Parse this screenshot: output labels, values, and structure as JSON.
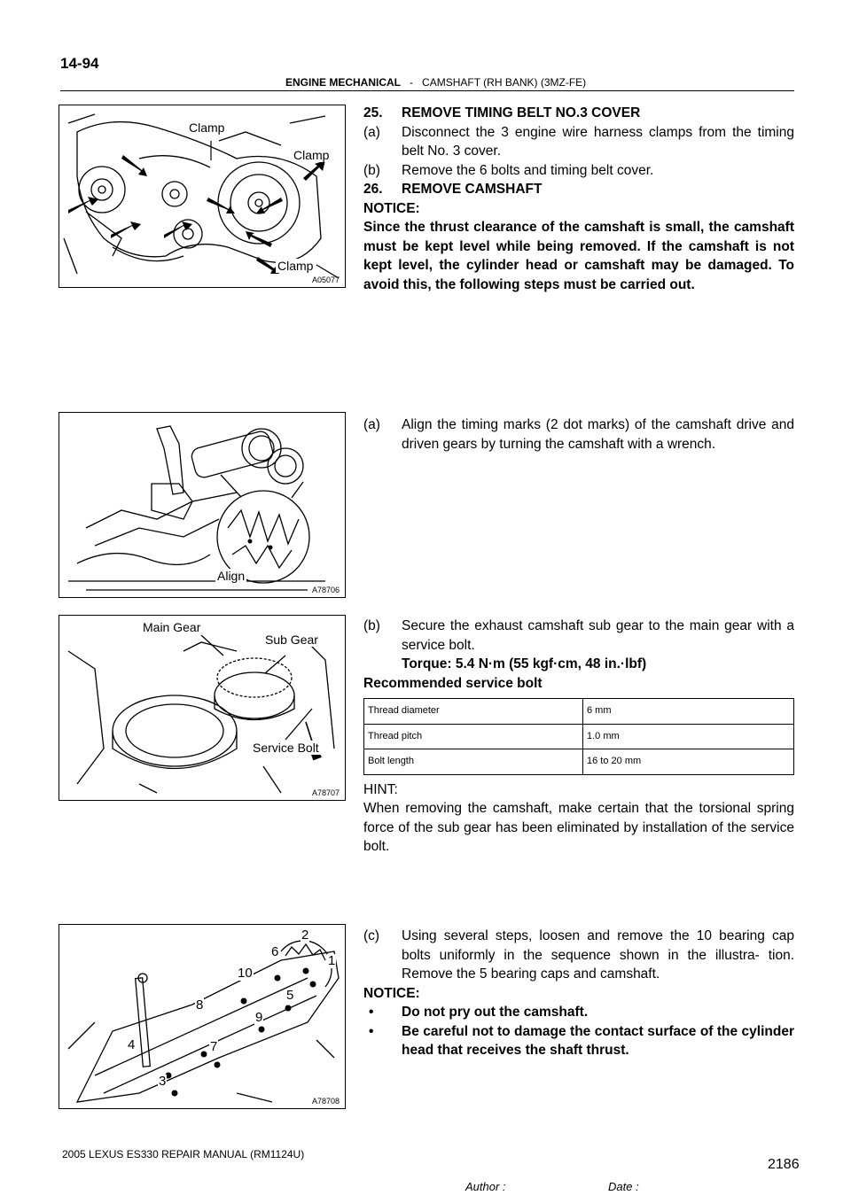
{
  "page": {
    "number": "14-94",
    "section": "ENGINE MECHANICAL",
    "separator": "-",
    "subsection": "CAMSHAFT (RH BANK) (3MZ-FE)",
    "footer": "2005 LEXUS ES330 REPAIR MANUAL   (RM1124U)",
    "page_right": "2186",
    "author_label": "Author :",
    "date_label": "Date :"
  },
  "figures": [
    {
      "id": "A05077",
      "labels": [
        "Clamp",
        "Clamp",
        "Clamp"
      ]
    },
    {
      "id": "A78706",
      "labels": [
        "Align"
      ]
    },
    {
      "id": "A78707",
      "labels": [
        "Main Gear",
        "Sub Gear",
        "Service Bolt"
      ]
    },
    {
      "id": "A78708",
      "labels": [
        "2",
        "6",
        "1",
        "10",
        "5",
        "8",
        "9",
        "4",
        "7",
        "3"
      ]
    }
  ],
  "steps": {
    "s25": "25.",
    "s25_title": "REMOVE TIMING BELT NO.3 COVER",
    "a1_label": "(a)",
    "a1": "Disconnect the 3 engine wire harness clamps from the timing belt No. 3 cover.",
    "b1_label": "(b)",
    "b1": "Remove the 6 bolts and timing belt cover.",
    "s26": "26.",
    "s26_title": "REMOVE CAMSHAFT",
    "notice1_label": "NOTICE:",
    "notice1": "Since the thrust clearance of the camshaft is small, the camshaft must be kept level while being removed. If the camshaft is not kept level, the cylinder head or camshaft may be damaged. To avoid this, the following steps must be carried out.",
    "a2_label": "(a)",
    "a2": "Align the timing marks (2 dot marks) of the camshaft drive and driven gears by turning the camshaft with a wrench.",
    "b2_label": "(b)",
    "b2": "Secure the exhaust camshaft sub gear to the main gear with a service bolt.",
    "torque": "Torque: 5.4 N·m (55 kgf·cm, 48 in.·lbf)",
    "recommended": "Recommended service bolt",
    "hint_label": "HINT:",
    "hint": "When removing the camshaft, make certain that the torsional spring force of the sub gear has been eliminated by installation of the service bolt.",
    "c_label": "(c)",
    "c": "Using several steps, loosen and remove the 10 bearing cap bolts uniformly in the sequence shown in the illustra- tion. Remove the 5 bearing caps and camshaft.",
    "notice2_label": "NOTICE:",
    "bullet_symbol": "•",
    "notice2_1": "Do not pry out the camshaft.",
    "notice2_2": "Be careful not to damage the contact surface of the cylinder head that receives the shaft thrust."
  },
  "bolt_table": [
    [
      "Thread diameter",
      "6 mm"
    ],
    [
      "Thread pitch",
      "1.0 mm"
    ],
    [
      "Bolt length",
      "16 to 20 mm"
    ]
  ]
}
